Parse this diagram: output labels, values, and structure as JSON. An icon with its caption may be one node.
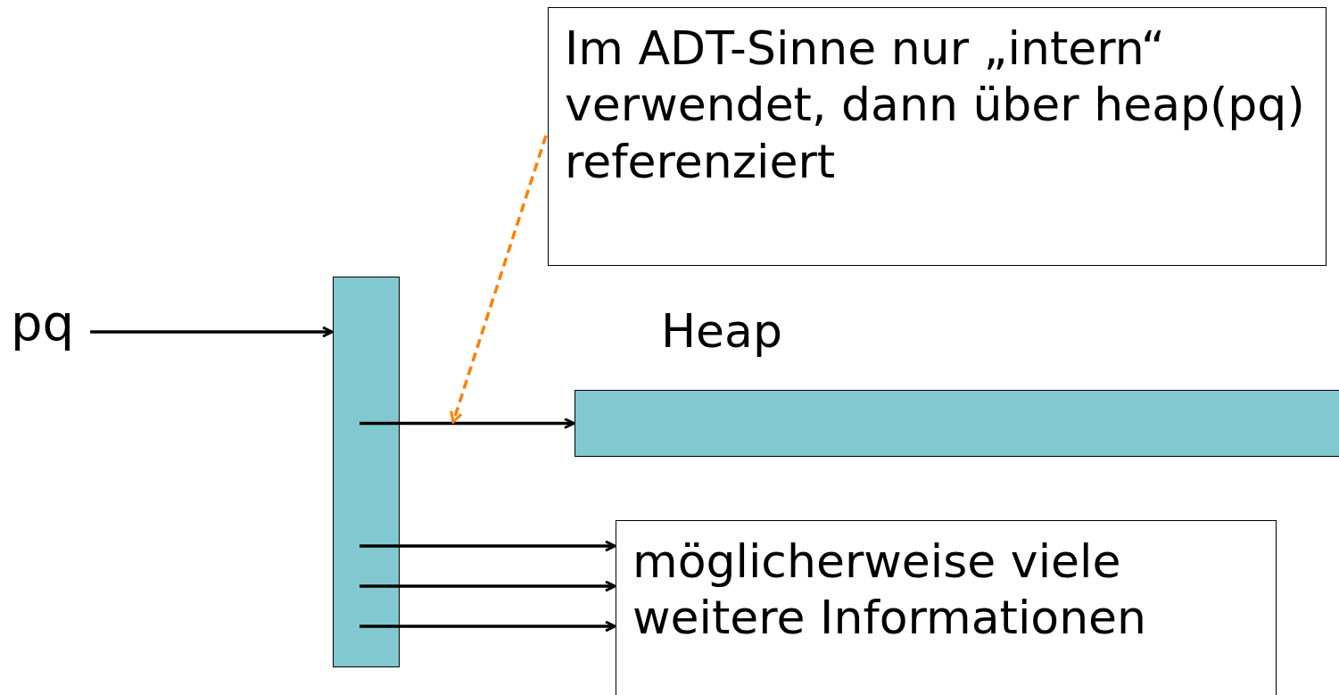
{
  "diagram": {
    "nodes": [
      {
        "text": [
          "pq"
        ]
      },
      {
        "text": [],
        "shape": "bar"
      },
      {
        "text": [
          "Heap"
        ]
      },
      {
        "text": [
          "Im ADT-Sinne nur „intern“ verwendet, dann über heap(pq) referenziert"
        ]
      },
      {
        "text": [
          "möglicherweise viele weitere Informationen"
        ]
      }
    ],
    "edges": [
      {
        "from": 0,
        "to": 1,
        "arrow": "to"
      },
      {
        "from": 1,
        "to": 2,
        "arrow": "to"
      },
      {
        "from": 3,
        "to": null,
        "arrow": "to",
        "style": "dashed",
        "color": "#ff8000"
      },
      {
        "from": 1,
        "to": 4,
        "arrow": "to"
      },
      {
        "from": 1,
        "to": 4,
        "arrow": "to"
      },
      {
        "from": 1,
        "to": 4,
        "arrow": "to"
      }
    ]
  }
}
